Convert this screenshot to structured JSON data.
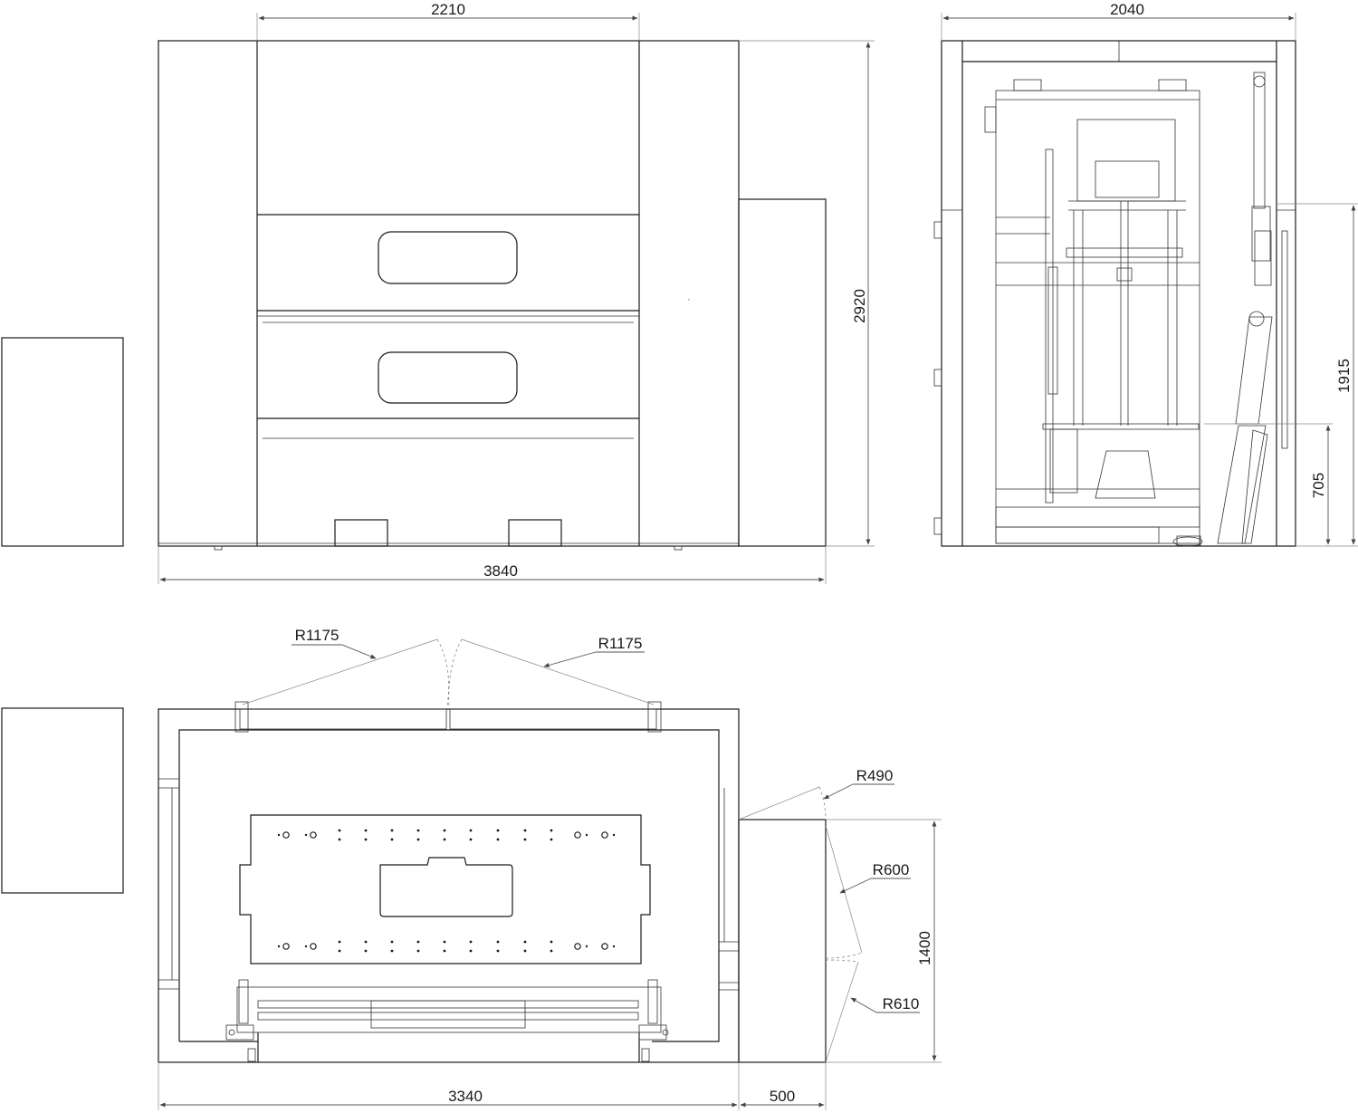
{
  "front_view": {
    "width_total": "3840",
    "width_center": "2210",
    "height": "2920"
  },
  "side_view": {
    "depth": "2040",
    "height_upper": "1915",
    "height_lower": "705"
  },
  "top_view": {
    "width_body": "3340",
    "width_ext": "500",
    "depth_ext": "1400",
    "radius_left": "R1175",
    "radius_right": "R1175",
    "radius_490": "R490",
    "radius_600": "R600",
    "radius_610": "R610"
  }
}
